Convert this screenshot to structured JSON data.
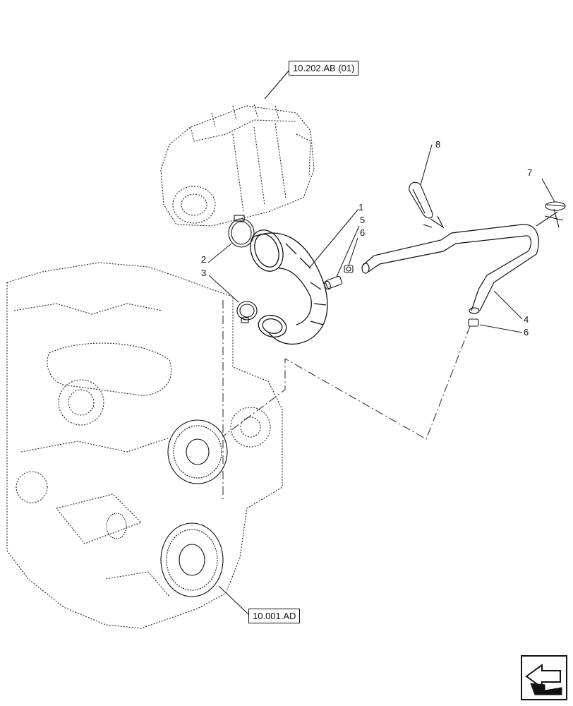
{
  "references": {
    "air_cleaner_ref": "10.202.AB (01)",
    "engine_ref": "10.001.AD"
  },
  "callouts": {
    "c1": "1",
    "c2": "2",
    "c3": "3",
    "c4": "4",
    "c5": "5",
    "c6_upper": "6",
    "c6_lower": "6",
    "c7": "7",
    "c8": "8"
  },
  "icons": {
    "navigation": "next-page-arrow-icon"
  },
  "colors": {
    "line": "#111111",
    "background": "#ffffff"
  }
}
